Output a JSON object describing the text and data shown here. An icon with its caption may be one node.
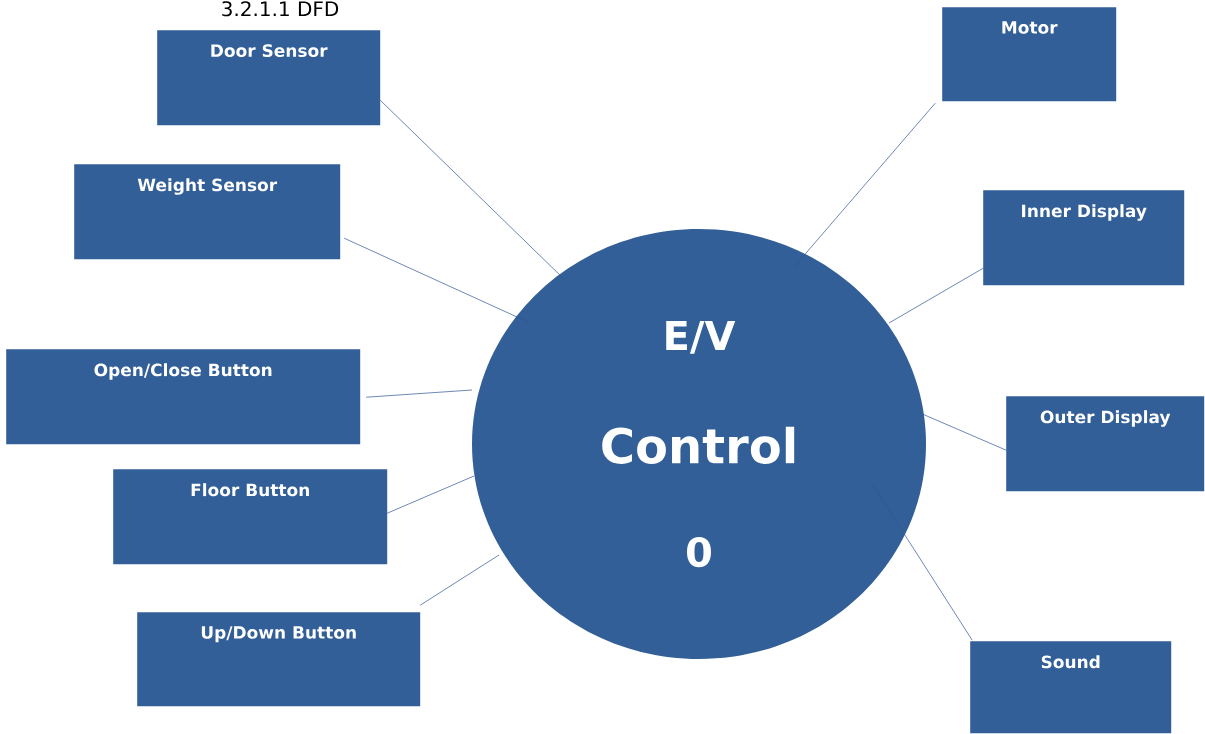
{
  "diagram": {
    "title": "3.2.1.1 DFD",
    "nodes": [
      {
        "text": [
          "Door Sensor"
        ]
      },
      {
        "text": [
          "Weight Sensor"
        ]
      },
      {
        "text": [
          "Open/Close Button"
        ]
      },
      {
        "text": [
          "Floor Button"
        ]
      },
      {
        "text": [
          "Up/Down Button"
        ]
      },
      {
        "text": [
          "Motor"
        ]
      },
      {
        "text": [
          "Inner Display"
        ]
      },
      {
        "text": [
          "Outer Display"
        ]
      },
      {
        "text": [
          "Sound"
        ]
      },
      {
        "text": [
          "E/V",
          "Control",
          "0"
        ]
      }
    ],
    "edges": [
      {
        "from": 0,
        "to": 9,
        "arrow": "none"
      },
      {
        "from": 1,
        "to": 9,
        "arrow": "none"
      },
      {
        "from": 2,
        "to": 9,
        "arrow": "none"
      },
      {
        "from": 3,
        "to": 9,
        "arrow": "none"
      },
      {
        "from": 4,
        "to": 9,
        "arrow": "none"
      },
      {
        "from": 5,
        "to": 9,
        "arrow": "none"
      },
      {
        "from": 6,
        "to": 9,
        "arrow": "none"
      },
      {
        "from": 7,
        "to": 9,
        "arrow": "none"
      },
      {
        "from": 8,
        "to": 9,
        "arrow": "none"
      }
    ]
  }
}
